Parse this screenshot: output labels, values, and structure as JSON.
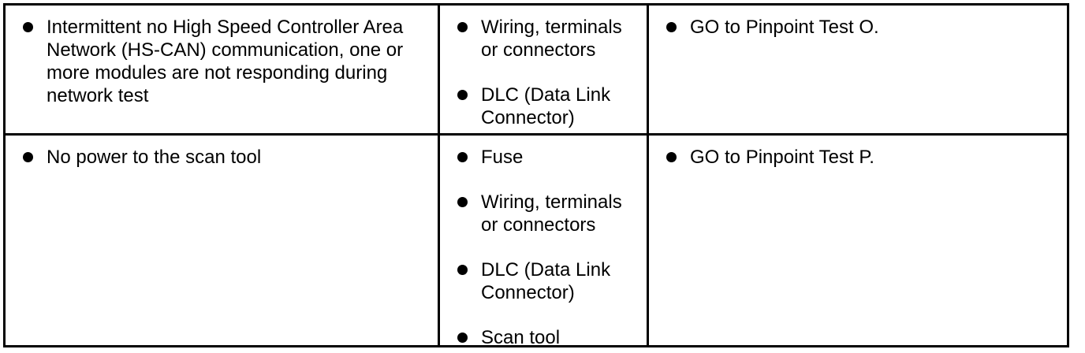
{
  "colors": {
    "background": "#ffffff",
    "table_border": "#000000",
    "text": "#000000",
    "bullet": "#000000"
  },
  "table": {
    "rows": [
      {
        "cells": [
          [
            "Intermittent no High Speed Controller Area Network (HS-CAN) communication, one or more modules are not responding during network test"
          ],
          [
            "Wiring, terminals or connectors",
            "DLC (Data Link Connector)"
          ],
          [
            "GO to Pinpoint Test O."
          ]
        ]
      },
      {
        "cells": [
          [
            "No power to the scan tool"
          ],
          [
            "Fuse",
            "Wiring, terminals or connectors",
            "DLC (Data Link Connector)",
            "Scan tool"
          ],
          [
            "GO to Pinpoint Test P."
          ]
        ]
      }
    ]
  }
}
